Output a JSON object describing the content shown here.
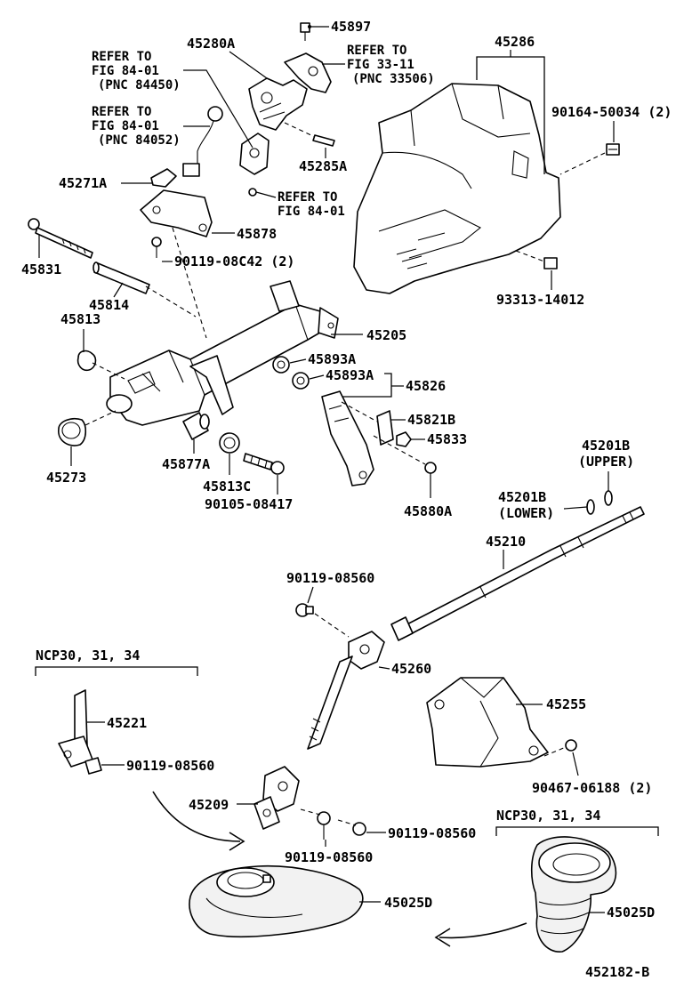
{
  "labels": {
    "p45897": "45897",
    "p45280A": "45280A",
    "refer_3311_l1": "REFER TO",
    "refer_3311_l2": "FIG 33-11",
    "refer_3311_l3": "(PNC 33506)",
    "p45286": "45286",
    "refer_8401a_l1": "REFER TO",
    "refer_8401a_l2": "FIG 84-01",
    "refer_8401a_l3": "(PNC 84450)",
    "refer_8401b_l1": "REFER TO",
    "refer_8401b_l2": "FIG 84-01",
    "refer_8401b_l3": "(PNC 84052)",
    "p90164": "90164-50034 (2)",
    "p45285A": "45285A",
    "p45271A": "45271A",
    "refer_8401c_l1": "REFER TO",
    "refer_8401c_l2": "FIG 84-01",
    "p45878": "45878",
    "p90119_08C42": "90119-08C42 (2)",
    "p45831": "45831",
    "p93313": "93313-14012",
    "p45814": "45814",
    "p45813": "45813",
    "p45205": "45205",
    "p45893A_1": "45893A",
    "p45893A_2": "45893A",
    "p45826": "45826",
    "p45821B": "45821B",
    "p45833": "45833",
    "p45273": "45273",
    "p45877A": "45877A",
    "p45813C": "45813C",
    "p90105": "90105-08417",
    "p45880A": "45880A",
    "p45201B_upper": "45201B",
    "upper_tag": "(UPPER)",
    "p45201B_lower": "45201B",
    "lower_tag": "(LOWER)",
    "p45210": "45210",
    "p90119_08560_a": "90119-08560",
    "ncp_left": "NCP30, 31, 34",
    "p45260": "45260",
    "p45221": "45221",
    "p45255": "45255",
    "p90119_08560_b": "90119-08560",
    "p90467": "90467-06188 (2)",
    "p45209": "45209",
    "ncp_right": "NCP30, 31, 34",
    "p90119_08560_c": "90119-08560",
    "p90119_08560_d": "90119-08560",
    "p45025D_1": "45025D",
    "p45025D_2": "45025D",
    "figure_id": "452182-B"
  }
}
